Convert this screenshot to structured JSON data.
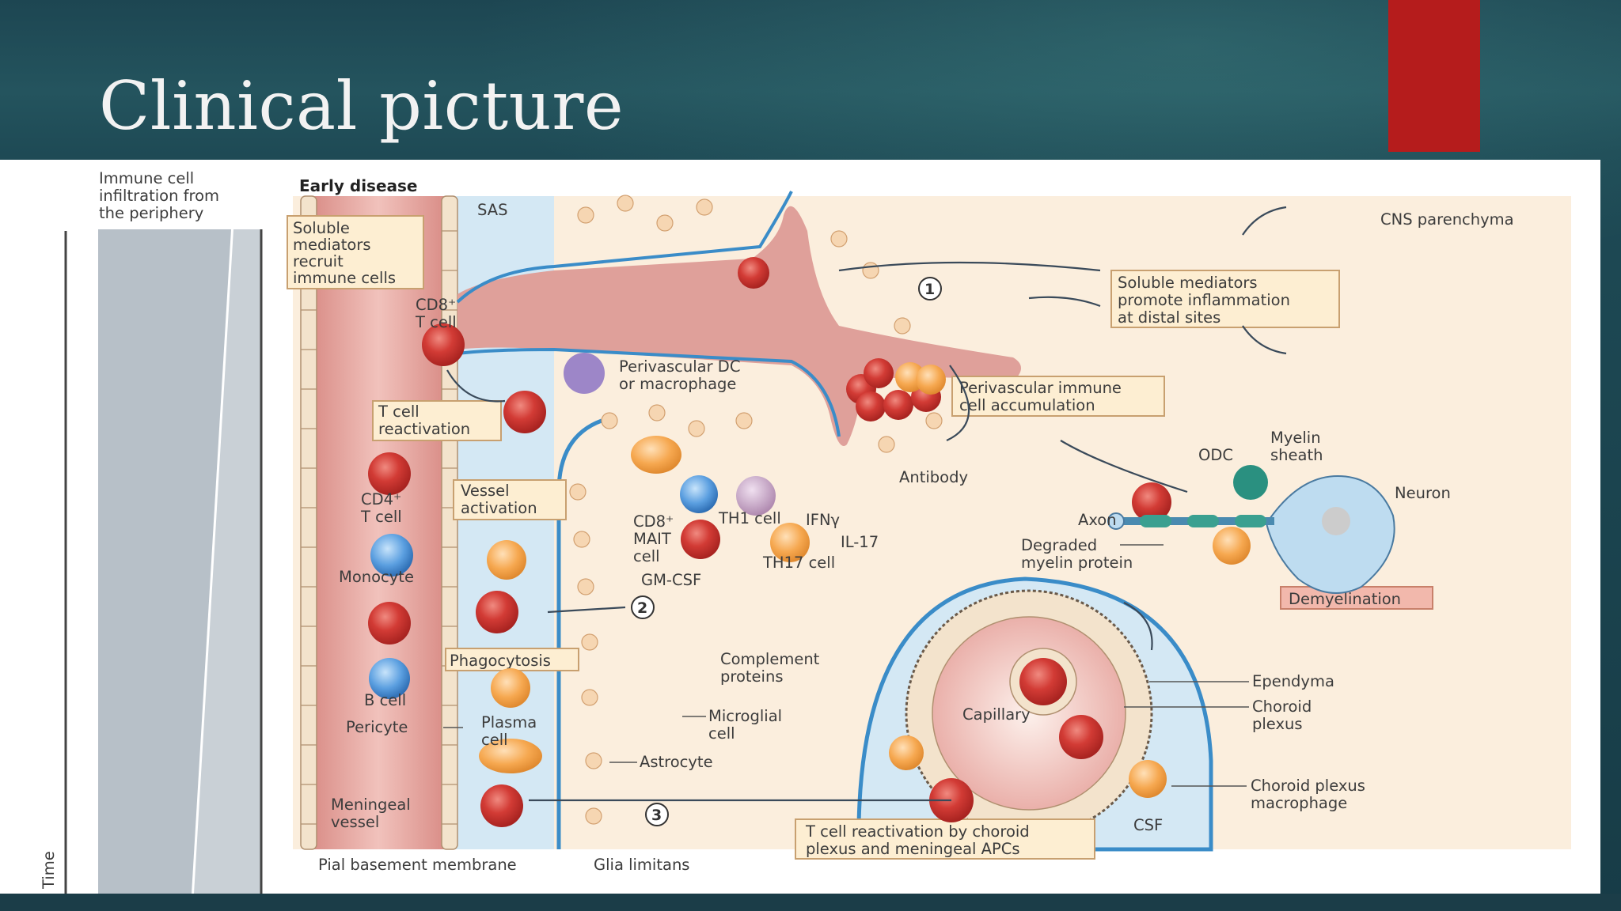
{
  "slide": {
    "title": "Clinical picture",
    "accent_color": "#b51c1c"
  },
  "figure": {
    "left_panel": {
      "heading_lines": [
        "Immune cell",
        "infiltration from",
        "the periphery"
      ],
      "axis_label": "Time"
    },
    "section_title": "Early disease",
    "region_labels": {
      "sas": "SAS",
      "cns": "CNS parenchyma",
      "csf": "CSF"
    },
    "boxes": {
      "soluble_recruit": [
        "Soluble",
        "mediators",
        "recruit",
        "immune cells"
      ],
      "soluble_promote": [
        "Soluble mediators",
        "promote inflammation",
        "at distal sites"
      ],
      "perivascular_accum": [
        "Perivascular immune",
        "cell accumulation"
      ],
      "t_cell_reactivation": [
        "T cell",
        "reactivation"
      ],
      "vessel_activation": [
        "Vessel",
        "activation"
      ],
      "phagocytosis": "Phagocytosis",
      "demyelination": "Demyelination",
      "choroid_reactivation": [
        "T cell reactivation by choroid",
        "plexus and meningeal APCs"
      ]
    },
    "cell_labels": {
      "cd8": [
        "CD8⁺",
        "T cell"
      ],
      "cd4": [
        "CD4⁺",
        "T cell"
      ],
      "monocyte": "Monocyte",
      "b_cell": "B cell",
      "pericyte": "Pericyte",
      "plasma": [
        "Plasma",
        "cell"
      ],
      "meningeal": [
        "Meningeal",
        "vessel"
      ],
      "perivascular_dc": [
        "Perivascular DC",
        "or macrophage"
      ],
      "mait": [
        "CD8⁺",
        "MAIT",
        "cell"
      ],
      "th1": "TH1 cell",
      "th17": "TH17 cell",
      "ifn": "IFNγ",
      "il17": "IL-17",
      "gmcsf": "GM-CSF",
      "antibody": "Antibody",
      "complement": [
        "Complement",
        "proteins"
      ],
      "microglial": [
        "Microglial",
        "cell"
      ],
      "astrocyte": "Astrocyte",
      "odc": "ODC",
      "myelin": [
        "Myelin",
        "sheath"
      ],
      "neuron": "Neuron",
      "axon": "Axon",
      "degraded": [
        "Degraded",
        "myelin protein"
      ],
      "capillary": "Capillary",
      "ependyma": "Ependyma",
      "choroid_plexus": [
        "Choroid",
        "plexus"
      ],
      "choroid_macrophage": [
        "Choroid plexus",
        "macrophage"
      ],
      "pial": "Pial basement membrane",
      "glia": "Glia limitans"
    },
    "step_numbers": [
      "1",
      "2",
      "3"
    ],
    "colors": {
      "vessel": "#dfa09a",
      "csf": "#d4e8f4",
      "parenchyma": "#fbeedd",
      "label_box": "#fdeed2",
      "red_cell": "#c8322e",
      "border_blue": "#3a8cc8"
    }
  }
}
